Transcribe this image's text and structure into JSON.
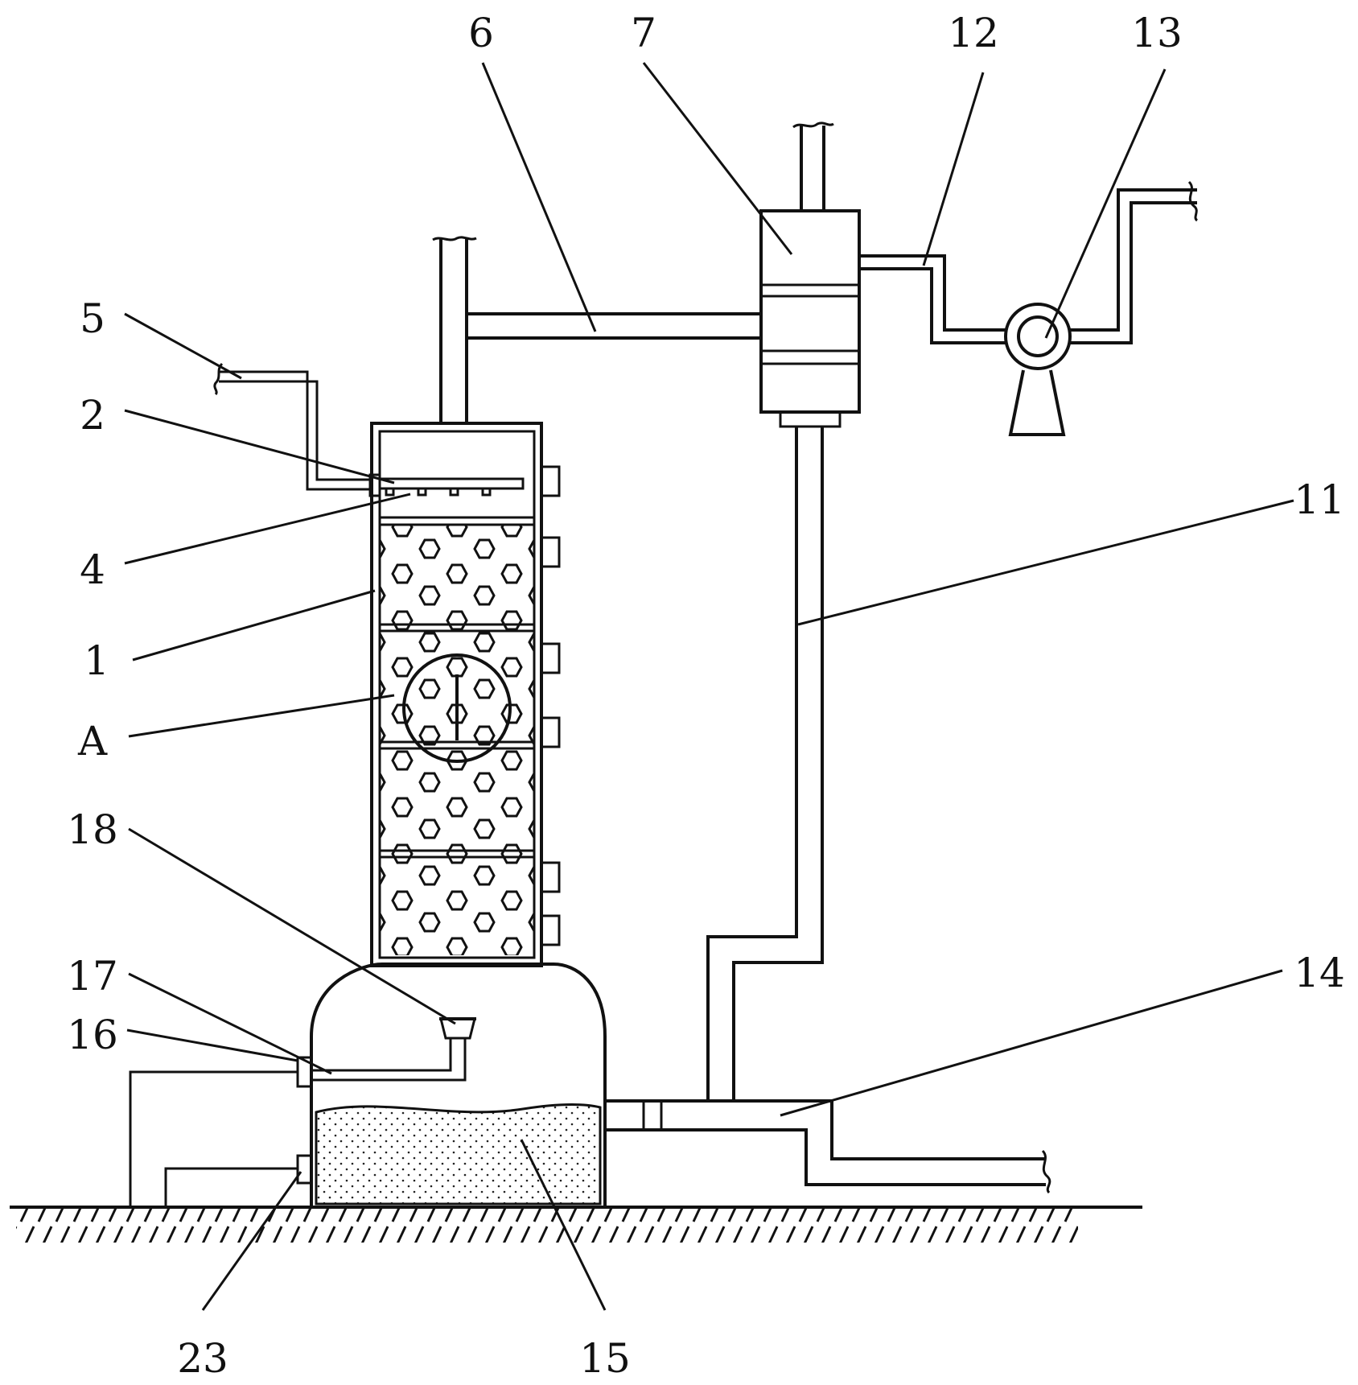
{
  "labels": {
    "l1": "1",
    "l2": "2",
    "l4": "4",
    "l5": "5",
    "l6": "6",
    "l7": "7",
    "l11": "11",
    "l12": "12",
    "l13": "13",
    "l14": "14",
    "l15": "15",
    "l16": "16",
    "l17": "17",
    "l18": "18",
    "l23": "23",
    "lA": "A"
  },
  "colors": {
    "line": "#111111",
    "background": "#ffffff"
  }
}
